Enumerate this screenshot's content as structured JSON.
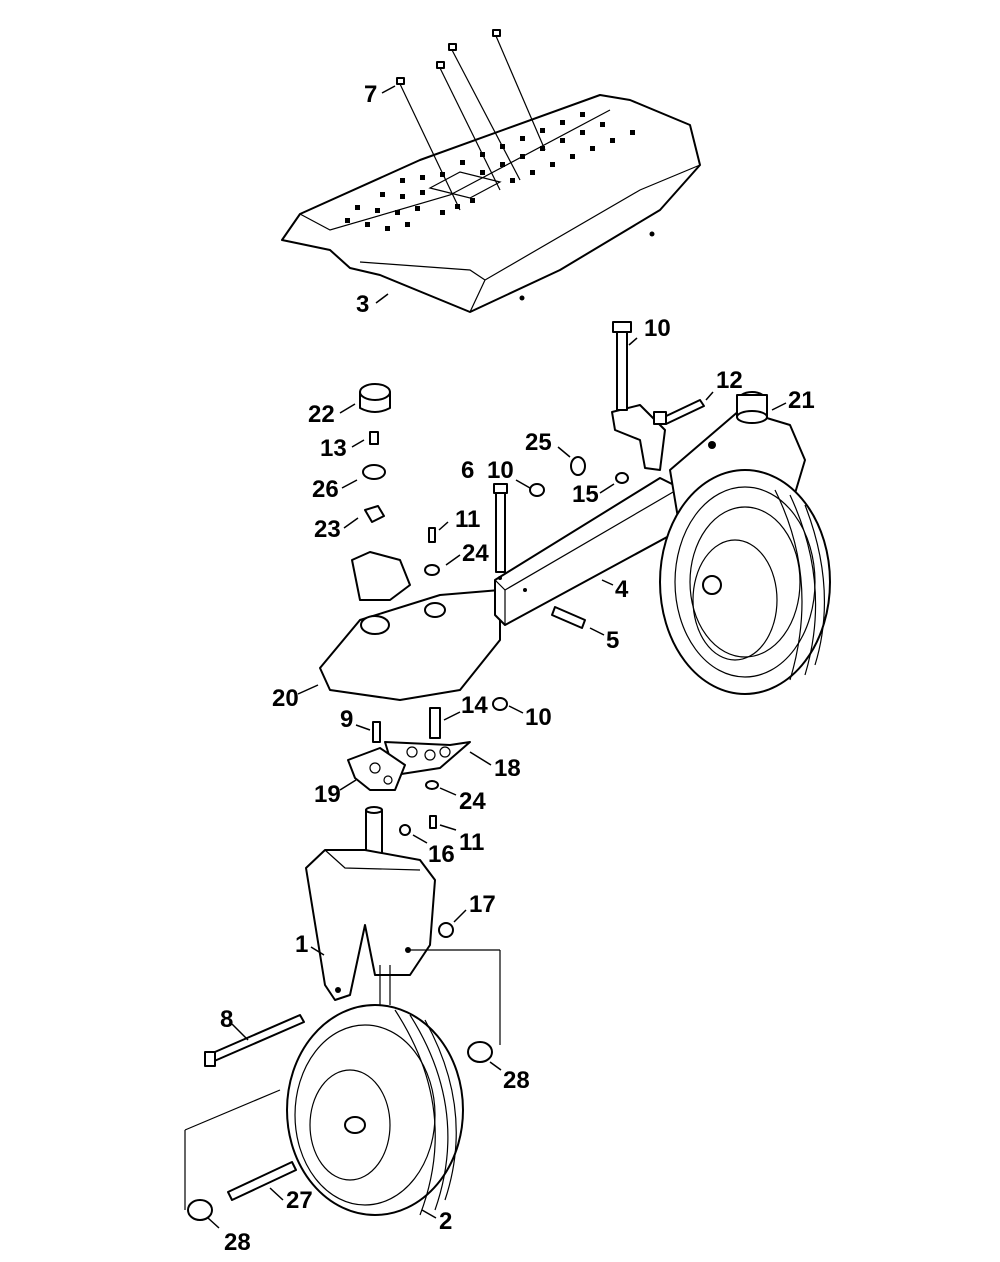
{
  "diagram": {
    "type": "exploded parts diagram",
    "callouts": {
      "c1": "1",
      "c2": "2",
      "c3": "3",
      "c4": "4",
      "c5": "5",
      "c6": "6",
      "c7": "7",
      "c8": "8",
      "c9": "9",
      "c10a": "10",
      "c10b": "10",
      "c10c": "10",
      "c11a": "11",
      "c11b": "11",
      "c12": "12",
      "c13": "13",
      "c14": "14",
      "c15": "15",
      "c16": "16",
      "c17": "17",
      "c18": "18",
      "c19": "19",
      "c20": "20",
      "c21": "21",
      "c22": "22",
      "c23": "23",
      "c24a": "24",
      "c24b": "24",
      "c25": "25",
      "c26": "26",
      "c27": "27",
      "c28a": "28",
      "c28b": "28"
    }
  }
}
